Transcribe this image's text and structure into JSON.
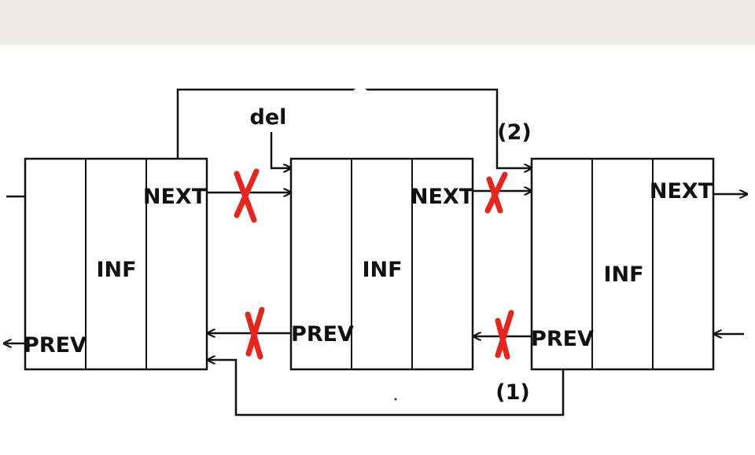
{
  "header_bar": {
    "color": "#edebe3"
  },
  "colors": {
    "line": "#111111",
    "cross": "#e8241c",
    "background": "#ffffff"
  },
  "diagram": {
    "nodes": [
      {
        "prev": "PREV",
        "inf": "INF",
        "next": "NEXT"
      },
      {
        "prev": "PREV",
        "inf": "INF",
        "next": "NEXT"
      },
      {
        "prev": "PREV",
        "inf": "INF",
        "next": "NEXT"
      }
    ],
    "pointer_label": "del",
    "step_2": "(2)",
    "step_1": "(1)"
  }
}
